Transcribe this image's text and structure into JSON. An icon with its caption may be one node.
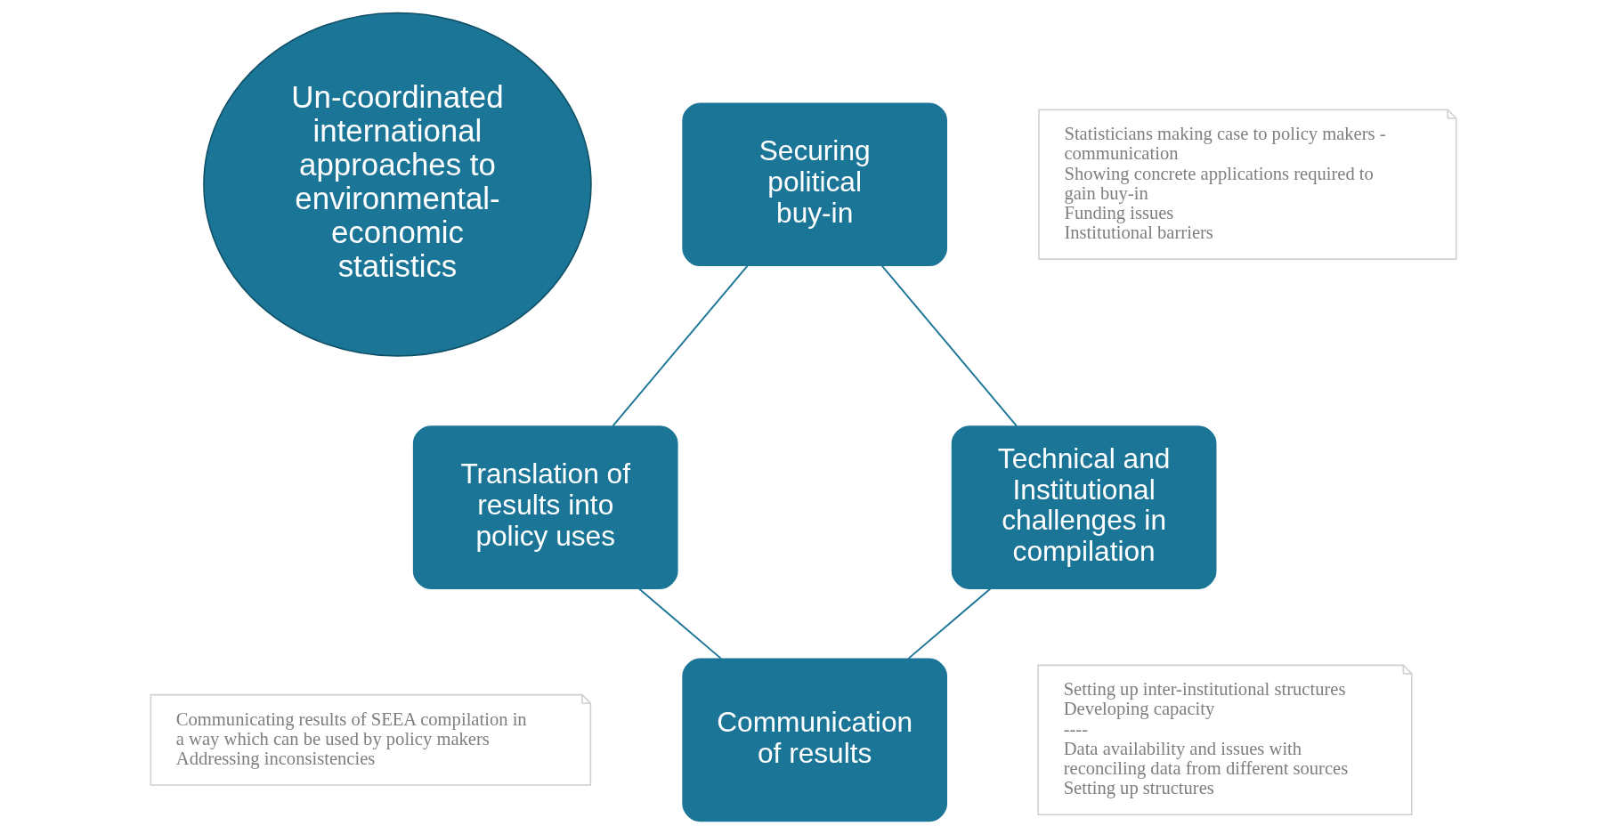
{
  "diagram": {
    "nodes": [
      {
        "text": [
          "Un-coordinated international approaches to environmental-economic statistics"
        ]
      },
      {
        "text": [
          "Securing political buy-in"
        ]
      },
      {
        "text": [
          "Statisticians making case to policy makers - communication",
          "Showing concrete applications required to gain buy-in",
          "Funding issues",
          "Institutional barriers"
        ]
      },
      {
        "text": [
          "Translation of results into policy uses"
        ]
      },
      {
        "text": [
          "Technical and Institutional challenges in compilation"
        ]
      },
      {
        "text": [
          "Setting up inter-institutional structures",
          "Developing capacity",
          "----",
          "Data availability and issues with reconciling data from different sources",
          "Setting up structures"
        ]
      },
      {
        "text": [
          "Communicating results of SEEA compilation in a way which can be used by policy makers",
          "Addressing inconsistencies"
        ]
      },
      {
        "text": [
          "Communication of results"
        ]
      }
    ],
    "edges": [
      {
        "from": 1,
        "to": 4,
        "arrow": "none"
      },
      {
        "from": 4,
        "to": 7,
        "arrow": "none"
      },
      {
        "from": 7,
        "to": 3,
        "arrow": "none"
      },
      {
        "from": 3,
        "to": 1,
        "arrow": "none"
      }
    ]
  }
}
